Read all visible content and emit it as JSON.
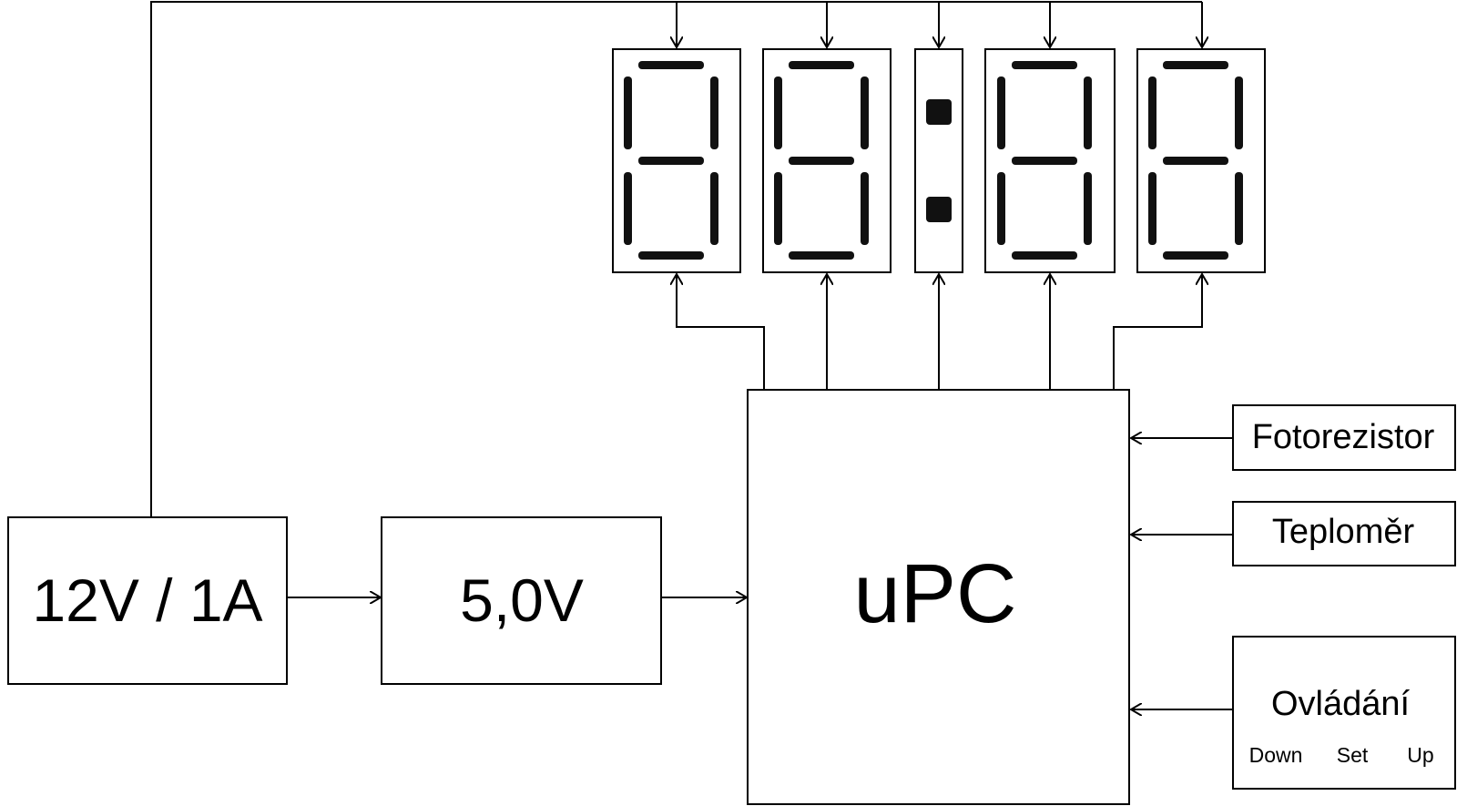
{
  "blocks": {
    "power_supply": "12V / 1A",
    "regulator": "5,0V",
    "mcu": "uPC",
    "photoresistor": "Fotorezistor",
    "thermometer": "Teploměr",
    "controls": {
      "title": "Ovládání",
      "buttons": [
        "Down",
        "Set",
        "Up"
      ]
    }
  },
  "display": {
    "digit_count": 4,
    "colon": true
  },
  "colors": {
    "line": "#000000",
    "segment": "#111111",
    "background": "#ffffff"
  }
}
